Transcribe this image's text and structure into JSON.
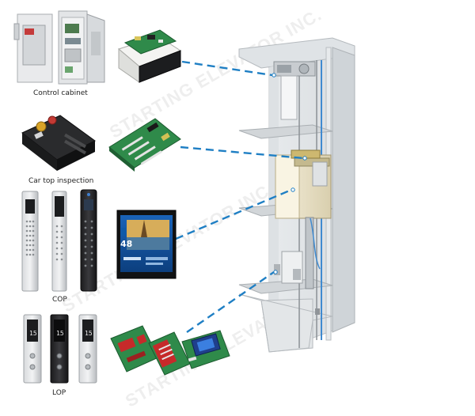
{
  "labels": {
    "control_cabinet": "Control cabinet",
    "car_top_inspection": "Car top inspection",
    "cop": "COP",
    "lop": "LOP"
  },
  "display": {
    "floor_number": "48",
    "hall_floor": "15"
  },
  "watermarks": [
    "STARTING ELEVATOR INC.",
    "STARTING ELEVATOR INC.",
    "STARTING ELEVATOR INC."
  ],
  "colors": {
    "connector_dash": "#1f7fc4",
    "pcb_green": "#2f8a4a",
    "shaft_wall": "#e6e9ec",
    "steel": "#c9ccd0",
    "cabinet_gray": "#d8d8d8",
    "display_blue": "#1b6fc0"
  }
}
